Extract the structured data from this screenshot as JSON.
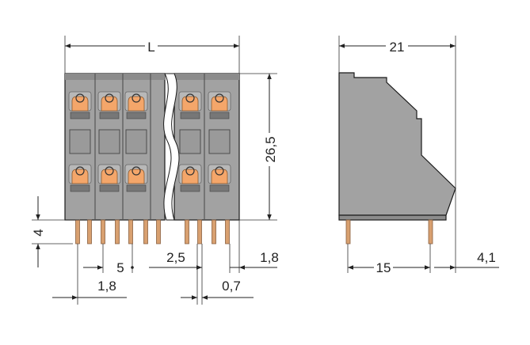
{
  "dimensions": {
    "length": "L",
    "width": "21",
    "height": "26,5",
    "pin_length": "4",
    "pitch": "5",
    "pin_offset_left": "1,8",
    "end_gap": "2,5",
    "end_offset_right": "1,8",
    "pin_thickness": "0,7",
    "side_pin_spacing": "15",
    "side_offset": "4,1"
  },
  "colors": {
    "housing": "#a2a2a2",
    "housing_dark": "#8a8a8a",
    "housing_light": "#b8b8b8",
    "clamp": "#f4a66a",
    "pin": "#d8a070",
    "line": "#222222"
  }
}
